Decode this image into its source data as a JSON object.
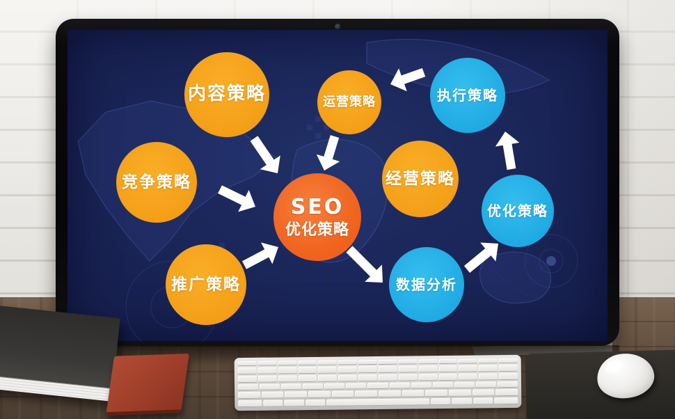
{
  "diagram": {
    "nodes": [
      {
        "id": "content",
        "label": "内容策略",
        "color": "#f5a11a"
      },
      {
        "id": "operation",
        "label": "运营策略",
        "color": "#f5a11a"
      },
      {
        "id": "execution",
        "label": "执行策略",
        "color": "#22ade5"
      },
      {
        "id": "competition",
        "label": "竞争策略",
        "color": "#f5a11a"
      },
      {
        "id": "seo",
        "label": "SEO",
        "sublabel": "优化策略",
        "color": "#f0641f"
      },
      {
        "id": "business",
        "label": "经营策略",
        "color": "#f5a11a"
      },
      {
        "id": "optimization",
        "label": "优化策略",
        "color": "#22ade5"
      },
      {
        "id": "promotion",
        "label": "推广策略",
        "color": "#f5a11a"
      },
      {
        "id": "data_analysis",
        "label": "数据分析",
        "color": "#22ade5"
      }
    ],
    "edges": [
      {
        "from": "content",
        "to": "seo"
      },
      {
        "from": "operation",
        "to": "seo"
      },
      {
        "from": "execution",
        "to": "operation"
      },
      {
        "from": "competition",
        "to": "seo"
      },
      {
        "from": "promotion",
        "to": "seo"
      },
      {
        "from": "seo",
        "to": "data_analysis"
      },
      {
        "from": "data_analysis",
        "to": "optimization"
      },
      {
        "from": "optimization",
        "to": "execution"
      }
    ]
  },
  "colors": {
    "screen_background": "#1a2457",
    "node_yellow": "#f5a11a",
    "node_orange": "#f0641f",
    "node_blue": "#22ade5",
    "arrow": "#ffffff",
    "node_text": "#ffffff"
  }
}
